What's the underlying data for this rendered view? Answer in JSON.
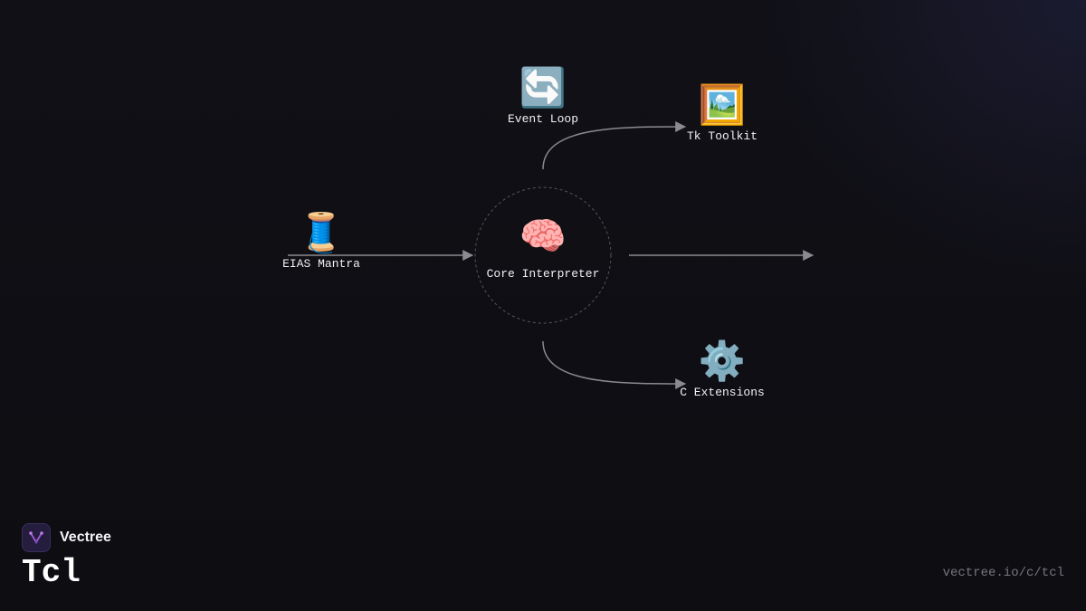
{
  "diagram": {
    "nodes": {
      "core": {
        "label": "Core Interpreter",
        "icon": "brain-icon",
        "emoji": "🧠"
      },
      "event_loop": {
        "label": "Event Loop",
        "icon": "cycle-arrows-icon",
        "emoji": "🔄"
      },
      "tk_toolkit": {
        "label": "Tk Toolkit",
        "icon": "framed-picture-icon",
        "emoji": "🖼️"
      },
      "eias": {
        "label": "EIAS Mantra",
        "icon": "spool-of-thread-icon",
        "emoji": "🧵"
      },
      "c_ext": {
        "label": "C Extensions",
        "icon": "gear-icon",
        "emoji": "⚙️"
      }
    },
    "edges": [
      {
        "from": "eias",
        "to": "core"
      },
      {
        "from": "core",
        "to": "tk_toolkit",
        "via": "event_loop"
      },
      {
        "from": "core",
        "to": ""
      },
      {
        "from": "core",
        "to": "c_ext"
      }
    ]
  },
  "brand": {
    "name": "Vectree",
    "logo_icon": "vectree-logo-icon",
    "product": "Tcl",
    "url": "vectree.io/c/tcl"
  },
  "colors": {
    "background": "#0f0e13",
    "edge": "#8a8a90",
    "core_ring": "#55555c",
    "text": "#f2f2f4",
    "muted": "#77767f",
    "logo_bg": "#241d3d",
    "logo_accent": "#a05cd6"
  }
}
